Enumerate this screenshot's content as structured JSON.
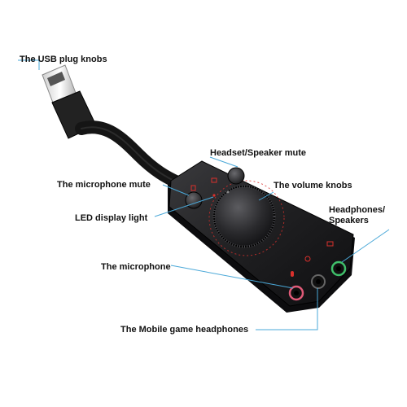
{
  "callouts": {
    "usb_plug": "The USB plug knobs",
    "headset_mute": "Headset/Speaker mute",
    "mic_mute": "The microphone mute",
    "volume_knobs": "The volume knobs",
    "led_light": "LED display light",
    "headphones_speakers": "Headphones/\nSpeakers",
    "microphone": "The microphone",
    "mobile_headphones": "The Mobile game headphones"
  },
  "colors": {
    "leader_line": "#4aa8d8",
    "body": "#1c1c1e",
    "accent_red": "#d9302c",
    "jack_pink": "#e05a78",
    "jack_green": "#3fbf6a"
  }
}
